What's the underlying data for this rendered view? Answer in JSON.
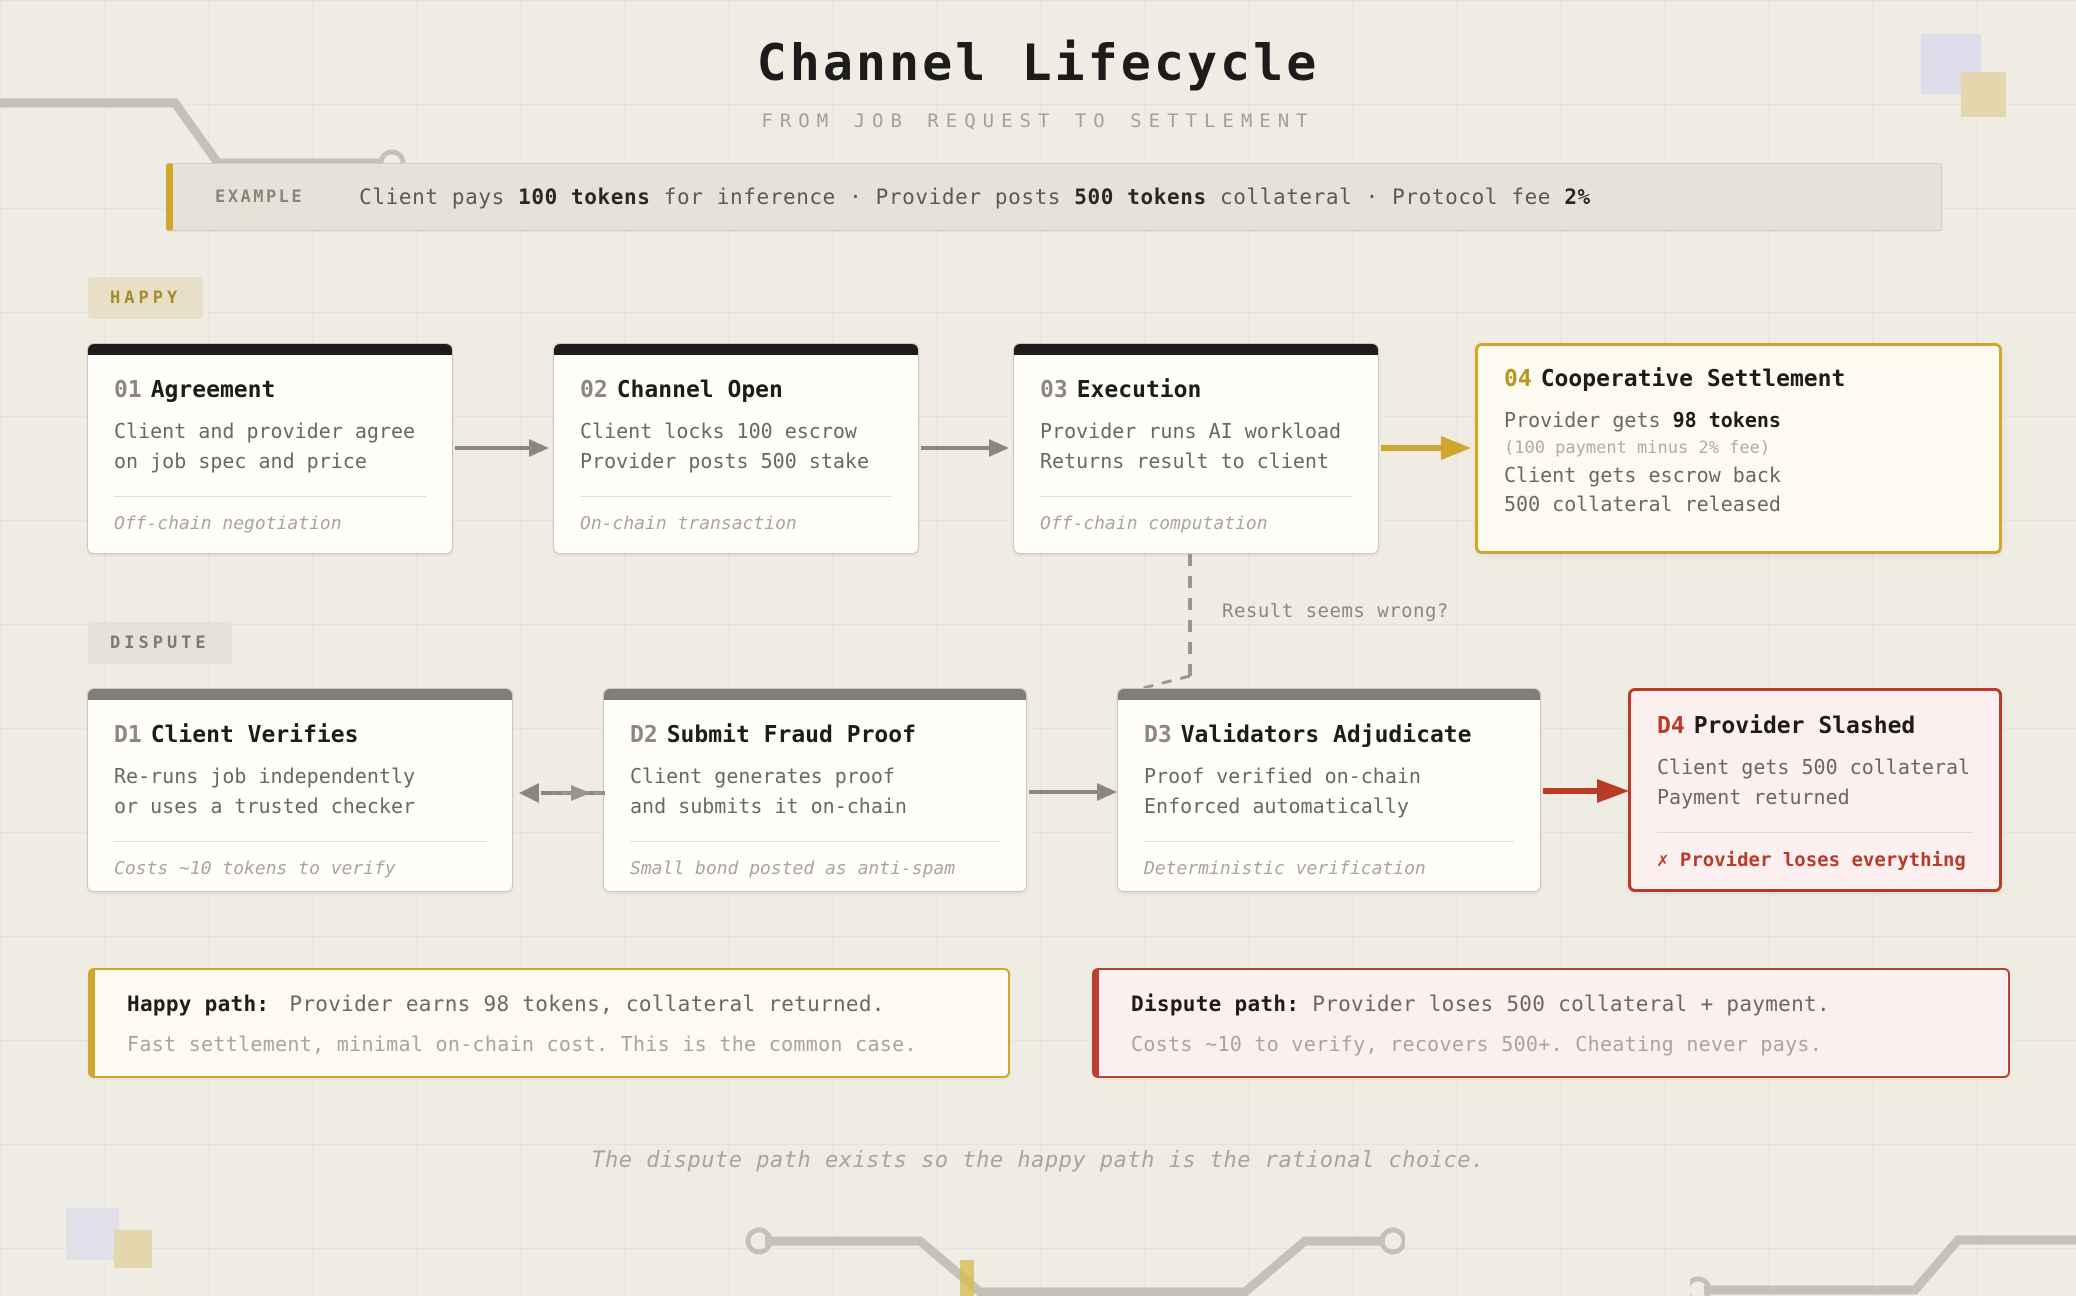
{
  "header": {
    "title": "Channel Lifecycle",
    "subtitle": "FROM JOB REQUEST TO SETTLEMENT"
  },
  "example": {
    "tag": "EXAMPLE",
    "text_parts": [
      {
        "t": "Client pays ",
        "b": false
      },
      {
        "t": "100 tokens",
        "b": true
      },
      {
        "t": " for inference · Provider posts ",
        "b": false
      },
      {
        "t": "500 tokens",
        "b": true
      },
      {
        "t": " collateral · Protocol fee ",
        "b": false
      },
      {
        "t": "2%",
        "b": true
      }
    ],
    "text_plain": "Client pays 100 tokens for inference · Provider posts 500 tokens collateral · Protocol fee 2%"
  },
  "lanes": {
    "happy": "HAPPY",
    "dispute": "DISPUTE"
  },
  "happy_cards": [
    {
      "num": "01",
      "title": "Agreement",
      "lines": [
        "Client and provider agree",
        "on job spec and price"
      ],
      "footnote": "Off-chain negotiation",
      "style": "dark"
    },
    {
      "num": "02",
      "title": "Channel Open",
      "lines": [
        "Client locks 100 escrow",
        "Provider posts 500 stake"
      ],
      "footnote": "On-chain transaction",
      "style": "dark"
    },
    {
      "num": "03",
      "title": "Execution",
      "lines": [
        "Provider runs AI workload",
        "Returns result to client"
      ],
      "footnote": "Off-chain computation",
      "style": "dark"
    },
    {
      "num": "04",
      "title": "Cooperative Settlement",
      "lines": [
        "Provider gets 98 tokens",
        "(100 payment minus 2% fee)",
        "Client gets escrow back",
        "500 collateral released"
      ],
      "bold_line_index": 0,
      "bold_fragment": "98 tokens",
      "dim_line_index": 1,
      "footnote": "",
      "style": "gold"
    }
  ],
  "dispute_cards": [
    {
      "num": "D1",
      "title": "Client Verifies",
      "lines": [
        "Re-runs job independently",
        "or uses a trusted checker"
      ],
      "footnote": "Costs ~10 tokens to verify",
      "style": "gray"
    },
    {
      "num": "D2",
      "title": "Submit Fraud Proof",
      "lines": [
        "Client generates proof",
        "and submits it on-chain"
      ],
      "footnote": "Small bond posted as anti-spam",
      "style": "gray"
    },
    {
      "num": "D3",
      "title": "Validators Adjudicate",
      "lines": [
        "Proof verified on-chain",
        "Enforced automatically"
      ],
      "footnote": "Deterministic verification",
      "style": "gray"
    },
    {
      "num": "D4",
      "title": "Provider Slashed",
      "lines": [
        "Client gets 500 collateral",
        "Payment returned"
      ],
      "footnote": "✗ Provider loses everything",
      "style": "red"
    }
  ],
  "branch_label": "Result seems wrong?",
  "summary": {
    "happy": {
      "label": "Happy path:",
      "line1": "Provider earns 98 tokens, collateral returned.",
      "line2": "Fast settlement, minimal on-chain cost. This is the common case."
    },
    "dispute": {
      "label": "Dispute path:",
      "line1": "Provider loses 500 collateral + payment.",
      "line2": "Costs ~10 to verify, recovers 500+. Cheating never pays."
    }
  },
  "footer": "The dispute path exists so the happy path is the rational choice.",
  "colors": {
    "background": "#efece4",
    "ink": "#1d1c1a",
    "gold": "#cfa72f",
    "red": "#ba3a28",
    "gray": "#807d76",
    "muted": "#a9a59b",
    "deco_trace": "#c6c1b4",
    "deco_lavender": "#dcdcea",
    "deco_sand": "#e5d7ad"
  }
}
